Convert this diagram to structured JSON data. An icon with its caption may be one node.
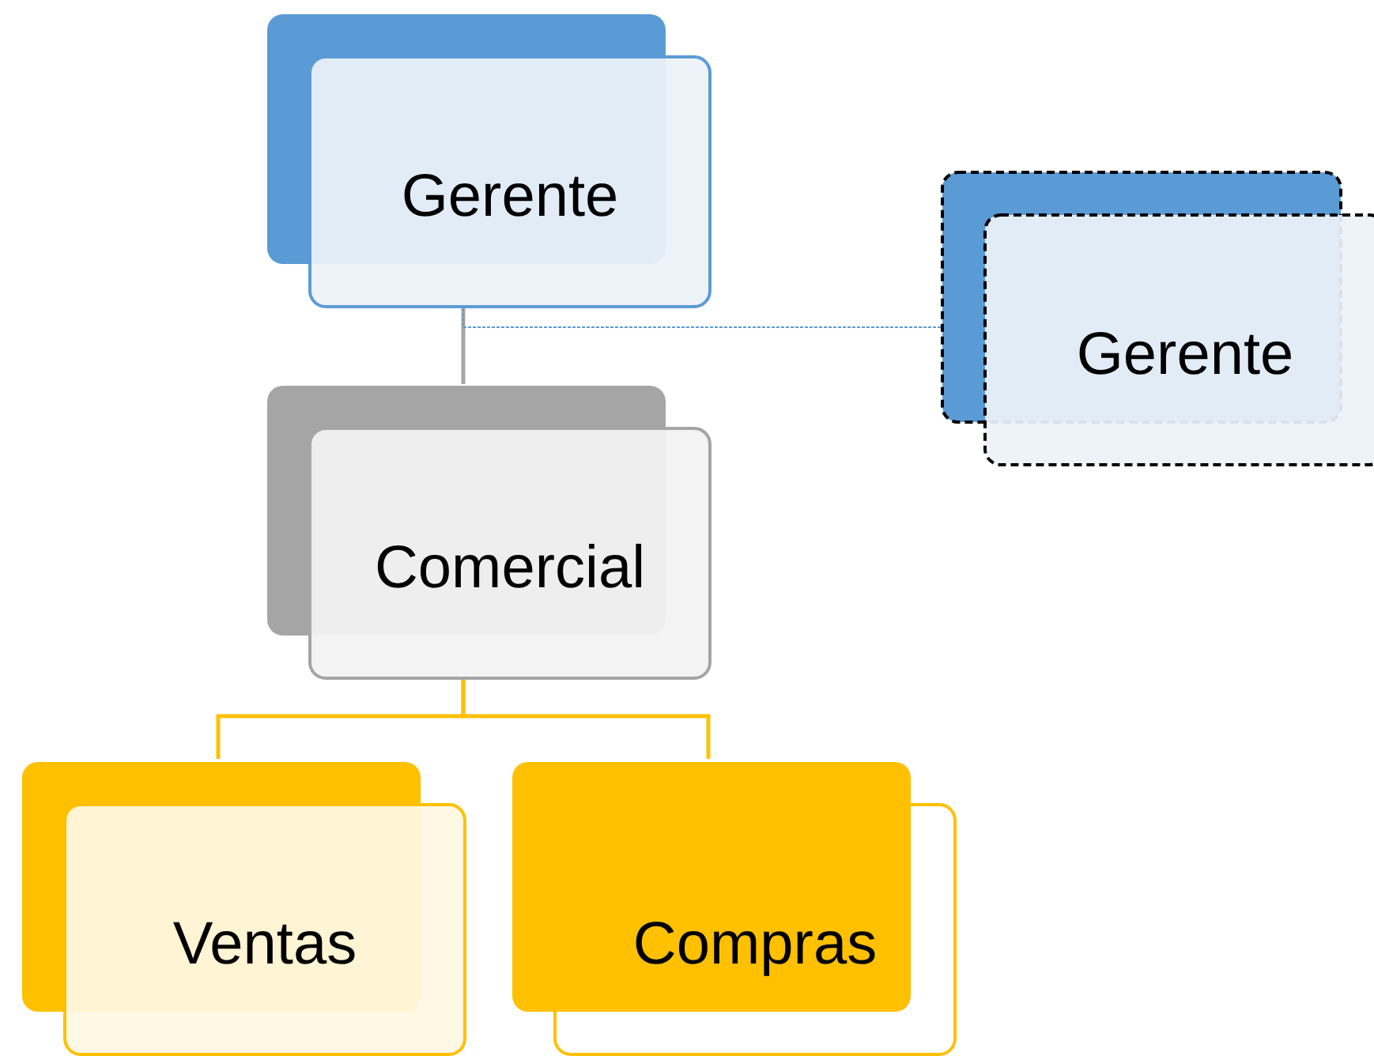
{
  "diagram": {
    "nodes": [
      {
        "text": [
          "Gerente"
        ]
      },
      {
        "text": [
          "Gerente"
        ]
      },
      {
        "text": [
          "Comercial"
        ]
      },
      {
        "text": [
          "Ventas"
        ]
      },
      {
        "text": [
          "Compras"
        ]
      }
    ],
    "edges": [
      {
        "from": 0,
        "to": 2,
        "arrow": "none",
        "color": "#a5a5a5"
      },
      {
        "from": 0,
        "to": 1,
        "arrow": "none",
        "style": "dashed",
        "color": "#5b9bd5"
      },
      {
        "from": 2,
        "to": 3,
        "arrow": "none",
        "color": "#ffc000"
      },
      {
        "from": 2,
        "to": 4,
        "arrow": "none",
        "color": "#ffc000"
      }
    ]
  }
}
